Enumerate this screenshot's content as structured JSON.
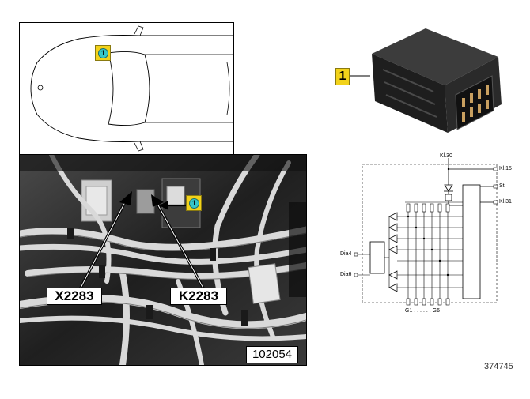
{
  "callouts": {
    "car": "1",
    "photo": "1",
    "part": "1"
  },
  "photo_labels": {
    "left": "X2283",
    "right": "K2283",
    "number": "102054"
  },
  "schematic_labels": {
    "kl30": "Kl.30",
    "kl15": "Kl.15",
    "st": "St",
    "kl31": "Kl.31",
    "dia4": "Dia4",
    "dia6": "Dia6",
    "g_range": "G1 . . . . . . G6"
  },
  "figure_number": "374745",
  "colors": {
    "callout_fill": "#f2d21a",
    "callout_circle": "#36c6c8"
  }
}
